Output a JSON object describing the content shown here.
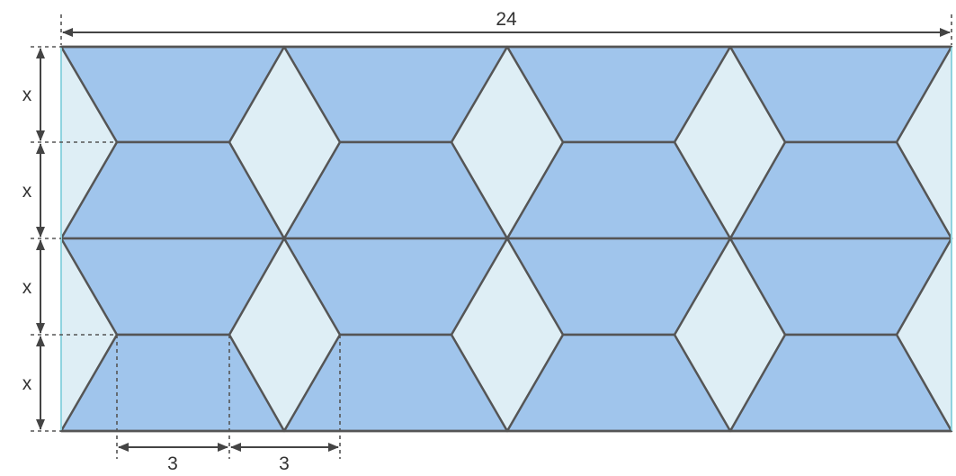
{
  "diagram": {
    "total_width": {
      "label": "24"
    },
    "row_heights": [
      {
        "label": "x"
      },
      {
        "label": "x"
      },
      {
        "label": "x"
      },
      {
        "label": "x"
      }
    ],
    "bottom_segments": [
      {
        "label": "3"
      },
      {
        "label": "3"
      }
    ]
  },
  "colors": {
    "hexagon_fill": "#a0c5ec",
    "rhombus_fill": "#deeef5",
    "edge_stroke": "#555555",
    "dimension_stroke": "#444444",
    "border_accent": "#8fd3df"
  }
}
